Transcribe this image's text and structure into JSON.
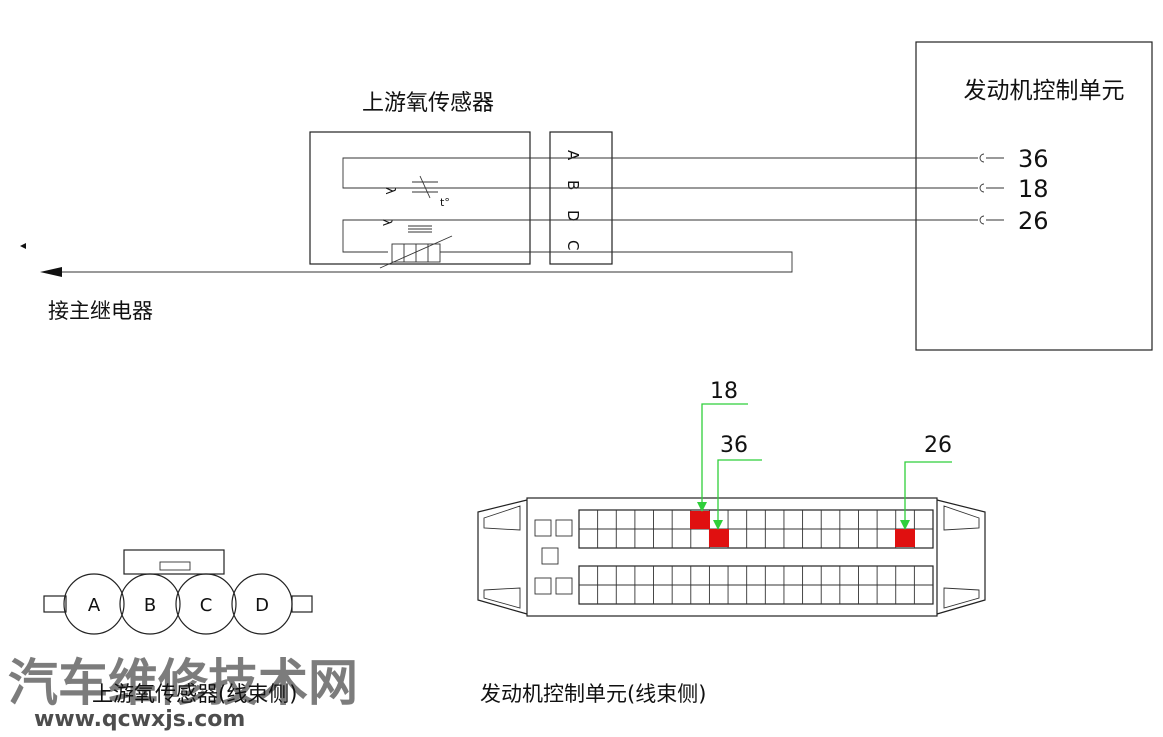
{
  "sensor": {
    "title": "上游氧传感器",
    "pins": [
      "A",
      "B",
      "D",
      "C"
    ],
    "symbol_lambda": "λ",
    "symbol_t": "t°"
  },
  "ecu": {
    "title": "发动机控制单元",
    "pins": [
      "36",
      "18",
      "26"
    ]
  },
  "relay": {
    "label": "接主继电器"
  },
  "connector_sensor": {
    "pins": [
      "A",
      "B",
      "C",
      "D"
    ],
    "caption": "上游氧传感器(线束侧)"
  },
  "connector_ecu": {
    "caption": "发动机控制单元(线束侧)",
    "callouts": [
      "18",
      "36",
      "26"
    ],
    "highlight_color": "#e01010",
    "arrow_color": "#2fcf3a"
  },
  "watermark": {
    "text": "汽车维修技术网",
    "url": "www.qcwxjs.com"
  }
}
